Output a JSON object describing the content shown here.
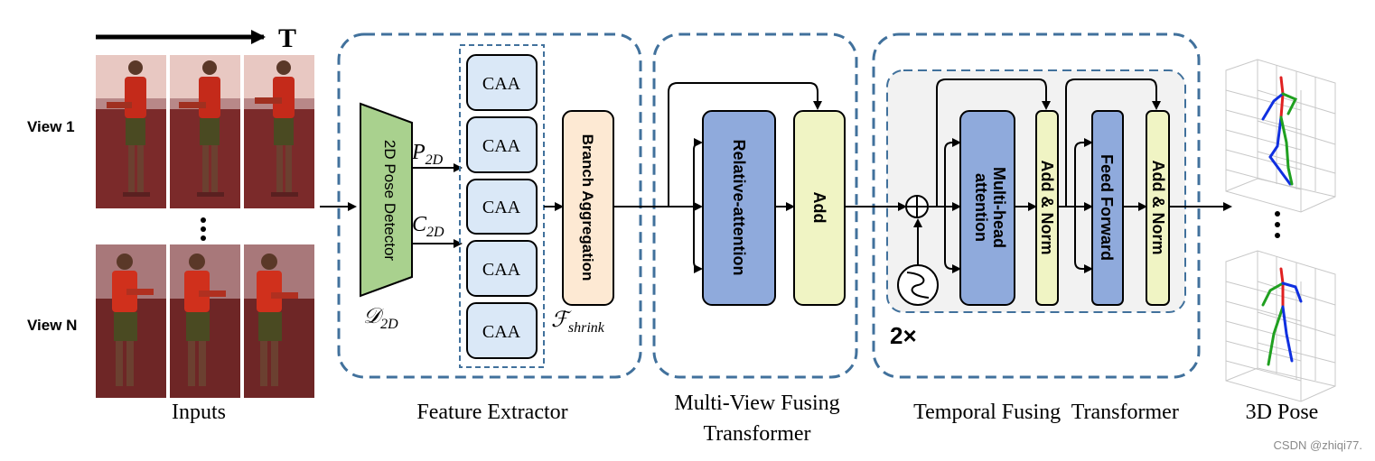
{
  "time_axis": {
    "label": "T"
  },
  "views": {
    "view1": "View 1",
    "viewN": "View N"
  },
  "sections": {
    "inputs": "Inputs",
    "feature_extractor": "Feature Extractor",
    "multi_view_line1": "Multi-View Fusing",
    "multi_view_line2": "Transformer",
    "temporal": "Temporal Fusing  Transformer",
    "output": "3D Pose"
  },
  "blocks": {
    "pose_detector": "2D Pose Detector",
    "detector_symbol": "𝒟",
    "detector_sub": "2D",
    "p_symbol": "P",
    "p_sub": "2D",
    "c_symbol": "C",
    "c_sub": "2D",
    "caa": [
      "CAA",
      "CAA",
      "CAA",
      "CAA",
      "CAA"
    ],
    "branch_aggregation": "Branch Aggregation",
    "shrink_symbol": "ℱ",
    "shrink_sub": "shrink",
    "relative_attention": "Relative-attention",
    "add": "Add",
    "multi_head_line1": "Multi-head",
    "multi_head_line2": "attention",
    "add_norm_1": "Add & Norm",
    "feed_forward": "Feed Forward",
    "add_norm_2": "Add & Norm",
    "repeat": "2×"
  },
  "watermark": "CSDN @zhiqi77.",
  "colors": {
    "dashed_border": "#41719c",
    "pose_detector": "#a9d18e",
    "caa": "#dae8f7",
    "branch_aggregation": "#fde9d3",
    "relative_attention": "#8faadc",
    "add": "#f0f4c4",
    "temporal_bg": "#f2f2f2"
  }
}
